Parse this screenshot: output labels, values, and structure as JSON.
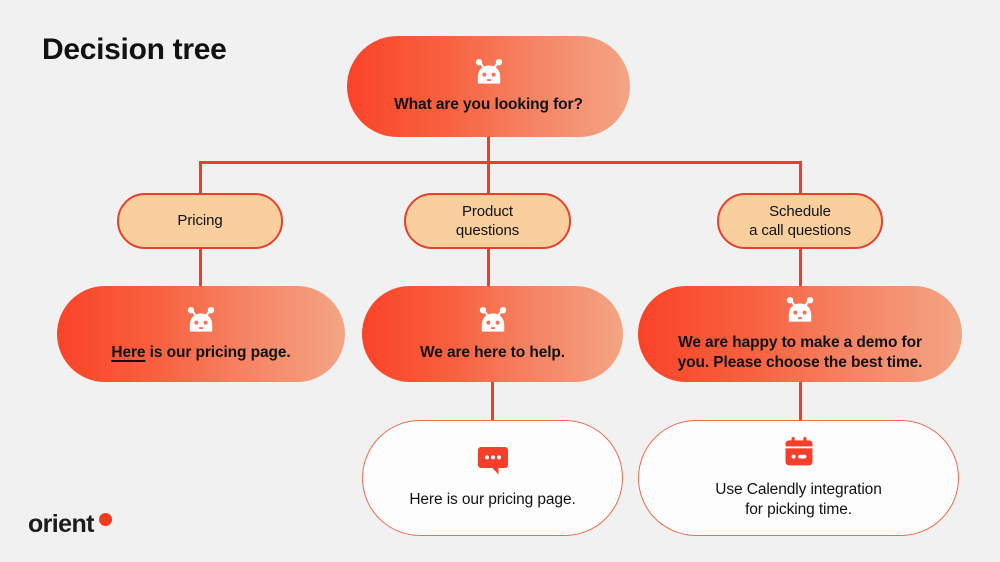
{
  "page": {
    "title": "Decision tree",
    "background_color": "#f1f1f1"
  },
  "brand": {
    "logo_text": "orient",
    "logo_dot_color": "#f33a1e"
  },
  "colors": {
    "connector": "#e8402c",
    "gradient_start": "#fa4328",
    "gradient_end": "#f4a585",
    "pill_fill": "#f9cf9e",
    "pill_border": "#e8402c",
    "outline_border": "#ef6a52",
    "outline_fill": "#fdfdfd",
    "icon_red": "#f4402a",
    "icon_white": "#ffffff"
  },
  "nodes": {
    "root": {
      "text": "What are you looking for?",
      "icon": "robot-icon",
      "style": "gradient"
    },
    "pricing": {
      "text": "Pricing",
      "style": "pill"
    },
    "product": {
      "line1": "Product",
      "line2": "questions",
      "style": "pill"
    },
    "schedule": {
      "line1": "Schedule",
      "line2": "a call questions",
      "style": "pill"
    },
    "pricing_answer": {
      "link_text": "Here",
      "rest_text": " is our pricing page.",
      "icon": "robot-icon",
      "style": "gradient"
    },
    "help_answer": {
      "text": "We are here to help.",
      "icon": "robot-icon",
      "style": "gradient"
    },
    "demo_answer": {
      "line1": "We are happy to make a demo for",
      "line2": "you. Please choose the best time.",
      "icon": "robot-icon",
      "style": "gradient"
    },
    "pricing_final": {
      "text": "Here is our pricing page.",
      "icon": "chat-bubble-icon",
      "style": "outline"
    },
    "calendly_final": {
      "line1": "Use Calendly integration",
      "line2": "for picking time.",
      "icon": "calendar-icon",
      "style": "outline"
    }
  }
}
